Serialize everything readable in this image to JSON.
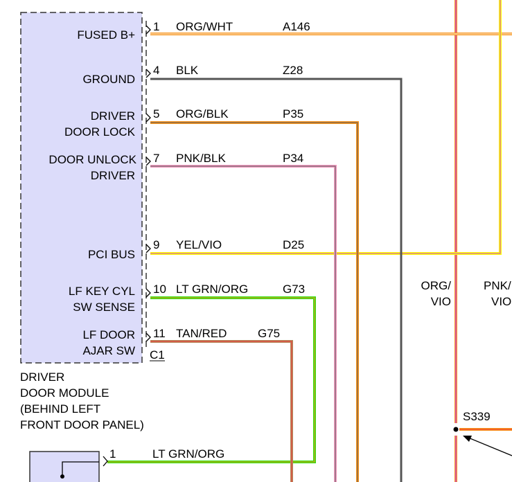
{
  "module": {
    "name_lines": [
      "DRIVER",
      "DOOR MODULE",
      "(BEHIND LEFT",
      "FRONT DOOR PANEL)"
    ],
    "connector": "C1",
    "pins": [
      {
        "label_lines": [
          "FUSED B+"
        ],
        "pin": "1",
        "color_code": "ORG/WHT",
        "circuit": "A146",
        "wire_colors": [
          "#f7941d",
          "#ffffff"
        ]
      },
      {
        "label_lines": [
          "GROUND"
        ],
        "pin": "4",
        "color_code": "BLK",
        "circuit": "Z28",
        "wire_colors": [
          "#555555"
        ]
      },
      {
        "label_lines": [
          "DRIVER",
          "DOOR LOCK"
        ],
        "pin": "5",
        "color_code": "ORG/BLK",
        "circuit": "P35",
        "wire_colors": [
          "#f7941d",
          "#555555"
        ]
      },
      {
        "label_lines": [
          "DOOR UNLOCK",
          "DRIVER"
        ],
        "pin": "7",
        "color_code": "PNK/BLK",
        "circuit": "P34",
        "wire_colors": [
          "#f49ac1",
          "#555555"
        ]
      },
      {
        "label_lines": [
          "PCI BUS"
        ],
        "pin": "9",
        "color_code": "YEL/VIO",
        "circuit": "D25",
        "wire_colors": [
          "#ffff00",
          "#cc44cc"
        ]
      },
      {
        "label_lines": [
          "LF KEY CYL",
          "SW SENSE"
        ],
        "pin": "10",
        "color_code": "LT GRN/ORG",
        "circuit": "G73",
        "wire_colors": [
          "#33dd11",
          "#f7941d"
        ]
      },
      {
        "label_lines": [
          "LF DOOR",
          "AJAR SW"
        ],
        "pin": "11",
        "color_code": "TAN/RED",
        "circuit": "G75",
        "wire_colors": [
          "#b58a5c",
          "#ee3333"
        ]
      }
    ]
  },
  "right_wires": [
    {
      "label_lines": [
        "ORG/",
        "VIO"
      ]
    },
    {
      "label_lines": [
        "PNK/",
        "VIO"
      ]
    }
  ],
  "splice": {
    "label": "S339"
  },
  "switch_connector": {
    "pin": "1",
    "color_code": "LT GRN/ORG"
  },
  "colors": {
    "module_fill": "#dcdcfa",
    "module_border": "#333333",
    "orange": "#f7941d",
    "violet": "#cc44cc",
    "pink": "#f49ac1",
    "yellow": "#ffff00",
    "red": "#ee3333",
    "black_wire": "#555555"
  }
}
